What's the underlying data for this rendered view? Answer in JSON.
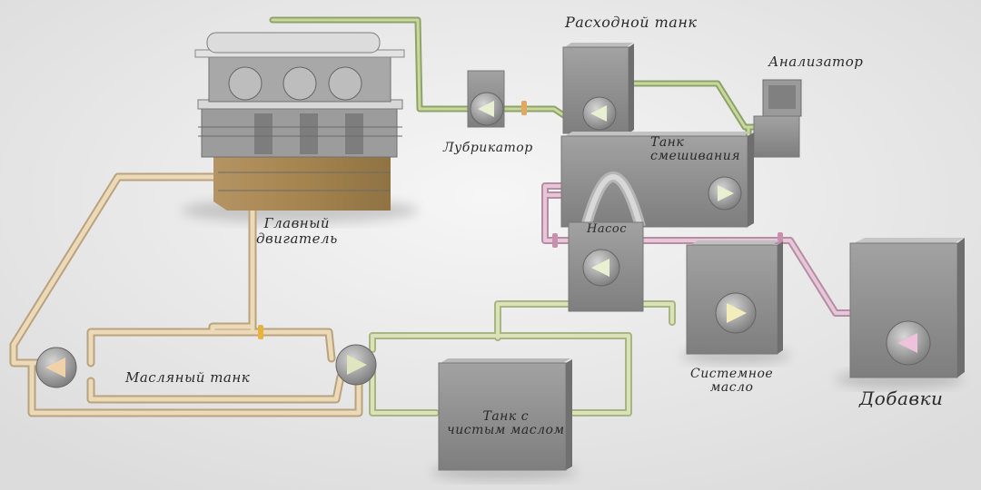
{
  "labels": {
    "main_engine_line1": "Главный",
    "main_engine_line2": "двигатель",
    "oil_tank": "Масляный танк",
    "clean_oil_tank_line1": "Танк с",
    "clean_oil_tank_line2": "чистым маслом",
    "lubricator": "Лубрикатор",
    "service_tank": "Расходной танк",
    "analyzer": "Анализатор",
    "mixing_tank_line1": "Танк",
    "mixing_tank_line2": "смешивания",
    "pump": "Насос",
    "system_oil_line1": "Системное",
    "system_oil_line2": "масло",
    "additives": "Добавки"
  },
  "colors": {
    "background": "#ececec",
    "pipe_beige": "#e8d3b0",
    "pipe_green": "#b7c98a",
    "pipe_pink": "#d7aec4",
    "tank_gray": "#8e8e8e",
    "engine_gray": "#9a9a9a",
    "engine_brown": "#a98a57"
  },
  "icons": [
    "pump-arrow-icon",
    "valve-icon"
  ]
}
